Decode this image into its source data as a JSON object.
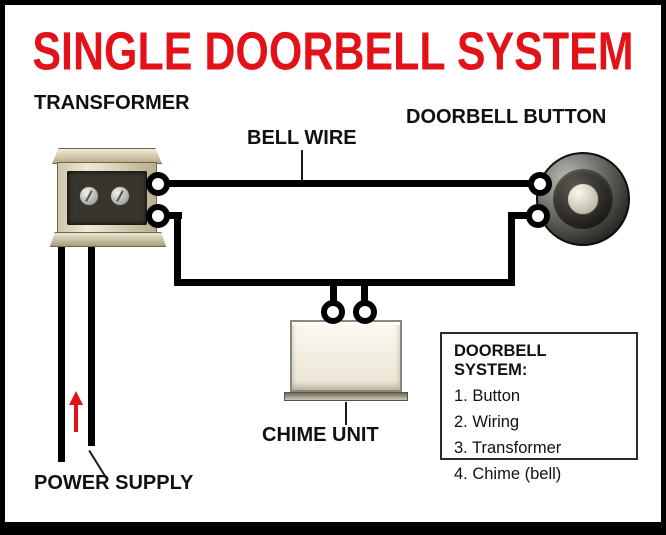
{
  "title": "SINGLE DOORBELL SYSTEM",
  "labels": {
    "transformer": "TRANSFORMER",
    "bell_wire": "BELL WIRE",
    "doorbell_button": "DOORBELL BUTTON",
    "chime_unit": "CHIME UNIT",
    "power_supply": "POWER SUPPLY"
  },
  "legend": {
    "title": "DOORBELL SYSTEM:",
    "items": [
      "1. Button",
      "2. Wiring",
      "3. Transformer",
      "4. Chime (bell)"
    ]
  },
  "graphics": {
    "transformer": "transformer-device",
    "doorbell_button": "round-doorbell-button",
    "chime_unit": "chime-box",
    "power_arrow": "red-up-arrow"
  },
  "colors": {
    "title_red": "#e31219",
    "arrow_red": "#e31219",
    "wire_black": "#000000",
    "background": "#ffffff"
  }
}
